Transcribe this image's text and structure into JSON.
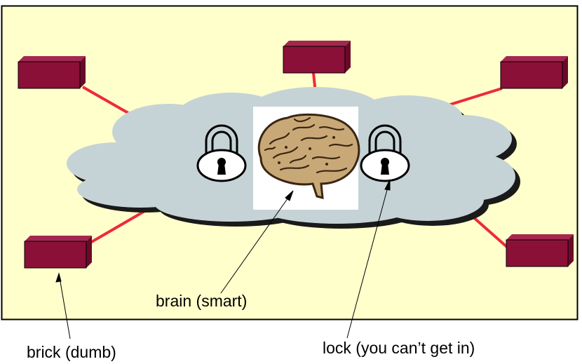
{
  "colors": {
    "panel_fill": "#ffffcc",
    "panel_border": "#000000",
    "cloud_fill": "#c6d3d6",
    "cloud_shadow": "#1a1a1a",
    "link_color": "#ee2a3c",
    "brick_front": "#8b1038",
    "brick_top": "#a3274f",
    "brick_side": "#6a0a28",
    "brain_fill": "#c9a877",
    "brain_dark": "#3a2612",
    "lock_color": "#000000"
  },
  "icons": [
    "brain-icon",
    "padlock-icon",
    "brick-icon"
  ],
  "labels": {
    "brain": "brain (smart)",
    "brick": "brick (dumb)",
    "lock": "lock (you can’t get in)"
  }
}
